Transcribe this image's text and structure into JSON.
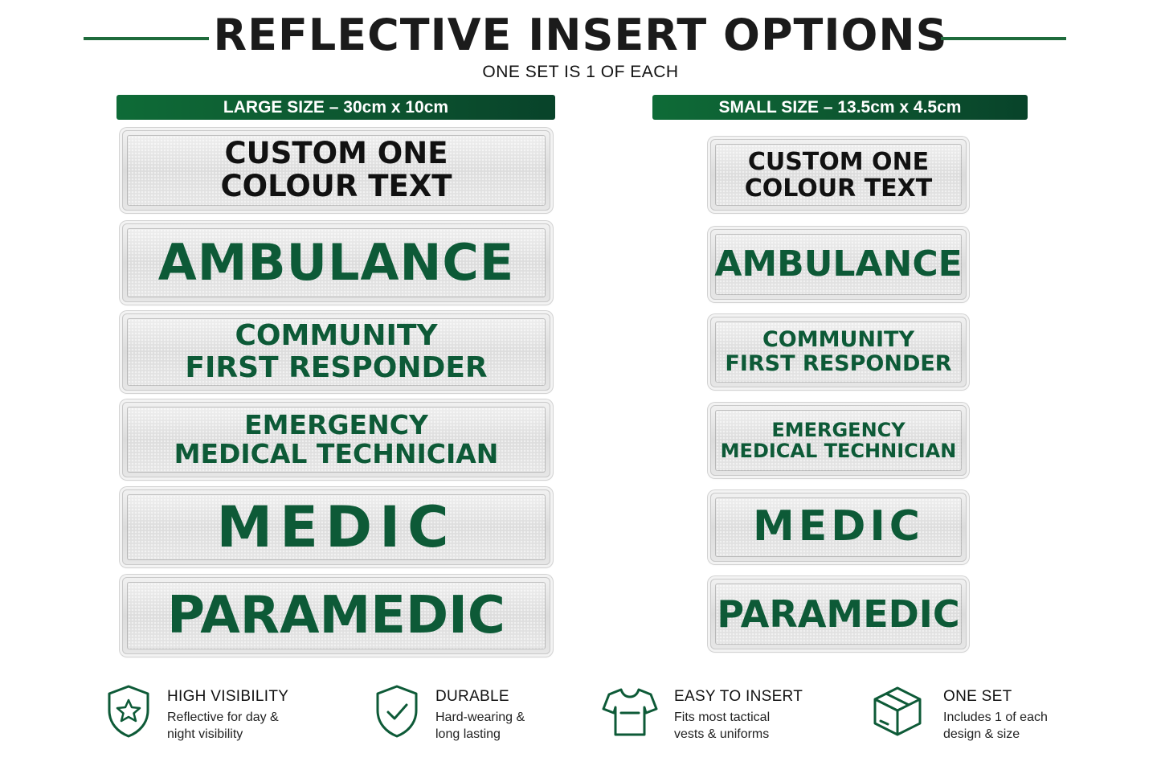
{
  "header": {
    "title": "REFLECTIVE INSERT OPTIONS",
    "subtitle": "ONE SET IS 1 OF EACH"
  },
  "colors": {
    "brand_green": "#0d5a37",
    "accent_line": "#1f6b3c",
    "patch_silver": "#e2e2e2"
  },
  "large": {
    "label": "LARGE SIZE – 30cm x 10cm",
    "patches": [
      {
        "lines": [
          "CUSTOM ONE",
          "COLOUR TEXT"
        ],
        "color": "black"
      },
      {
        "lines": [
          "AMBULANCE"
        ],
        "color": "green"
      },
      {
        "lines": [
          "COMMUNITY",
          "FIRST RESPONDER"
        ],
        "color": "green"
      },
      {
        "lines": [
          "EMERGENCY",
          "MEDICAL TECHNICIAN"
        ],
        "color": "green"
      },
      {
        "lines": [
          "MEDIC"
        ],
        "color": "green"
      },
      {
        "lines": [
          "PARAMEDIC"
        ],
        "color": "green"
      }
    ]
  },
  "small": {
    "label": "SMALL SIZE – 13.5cm x 4.5cm",
    "patches": [
      {
        "lines": [
          "CUSTOM ONE",
          "COLOUR TEXT"
        ],
        "color": "black"
      },
      {
        "lines": [
          "AMBULANCE"
        ],
        "color": "green"
      },
      {
        "lines": [
          "COMMUNITY",
          "FIRST RESPONDER"
        ],
        "color": "green"
      },
      {
        "lines": [
          "EMERGENCY",
          "MEDICAL TECHNICIAN"
        ],
        "color": "green"
      },
      {
        "lines": [
          "MEDIC"
        ],
        "color": "green"
      },
      {
        "lines": [
          "PARAMEDIC"
        ],
        "color": "green"
      }
    ]
  },
  "features": [
    {
      "icon": "shield-star-icon",
      "title": "HIGH VISIBILITY",
      "desc1": "Reflective for day &",
      "desc2": "night visibility"
    },
    {
      "icon": "shield-check-icon",
      "title": "DURABLE",
      "desc1": "Hard-wearing &",
      "desc2": "long lasting"
    },
    {
      "icon": "tshirt-icon",
      "title": "EASY TO INSERT",
      "desc1": "Fits most tactical",
      "desc2": "vests & uniforms"
    },
    {
      "icon": "box-icon",
      "title": "ONE SET",
      "desc1": "Includes 1 of each",
      "desc2": "design & size"
    }
  ]
}
